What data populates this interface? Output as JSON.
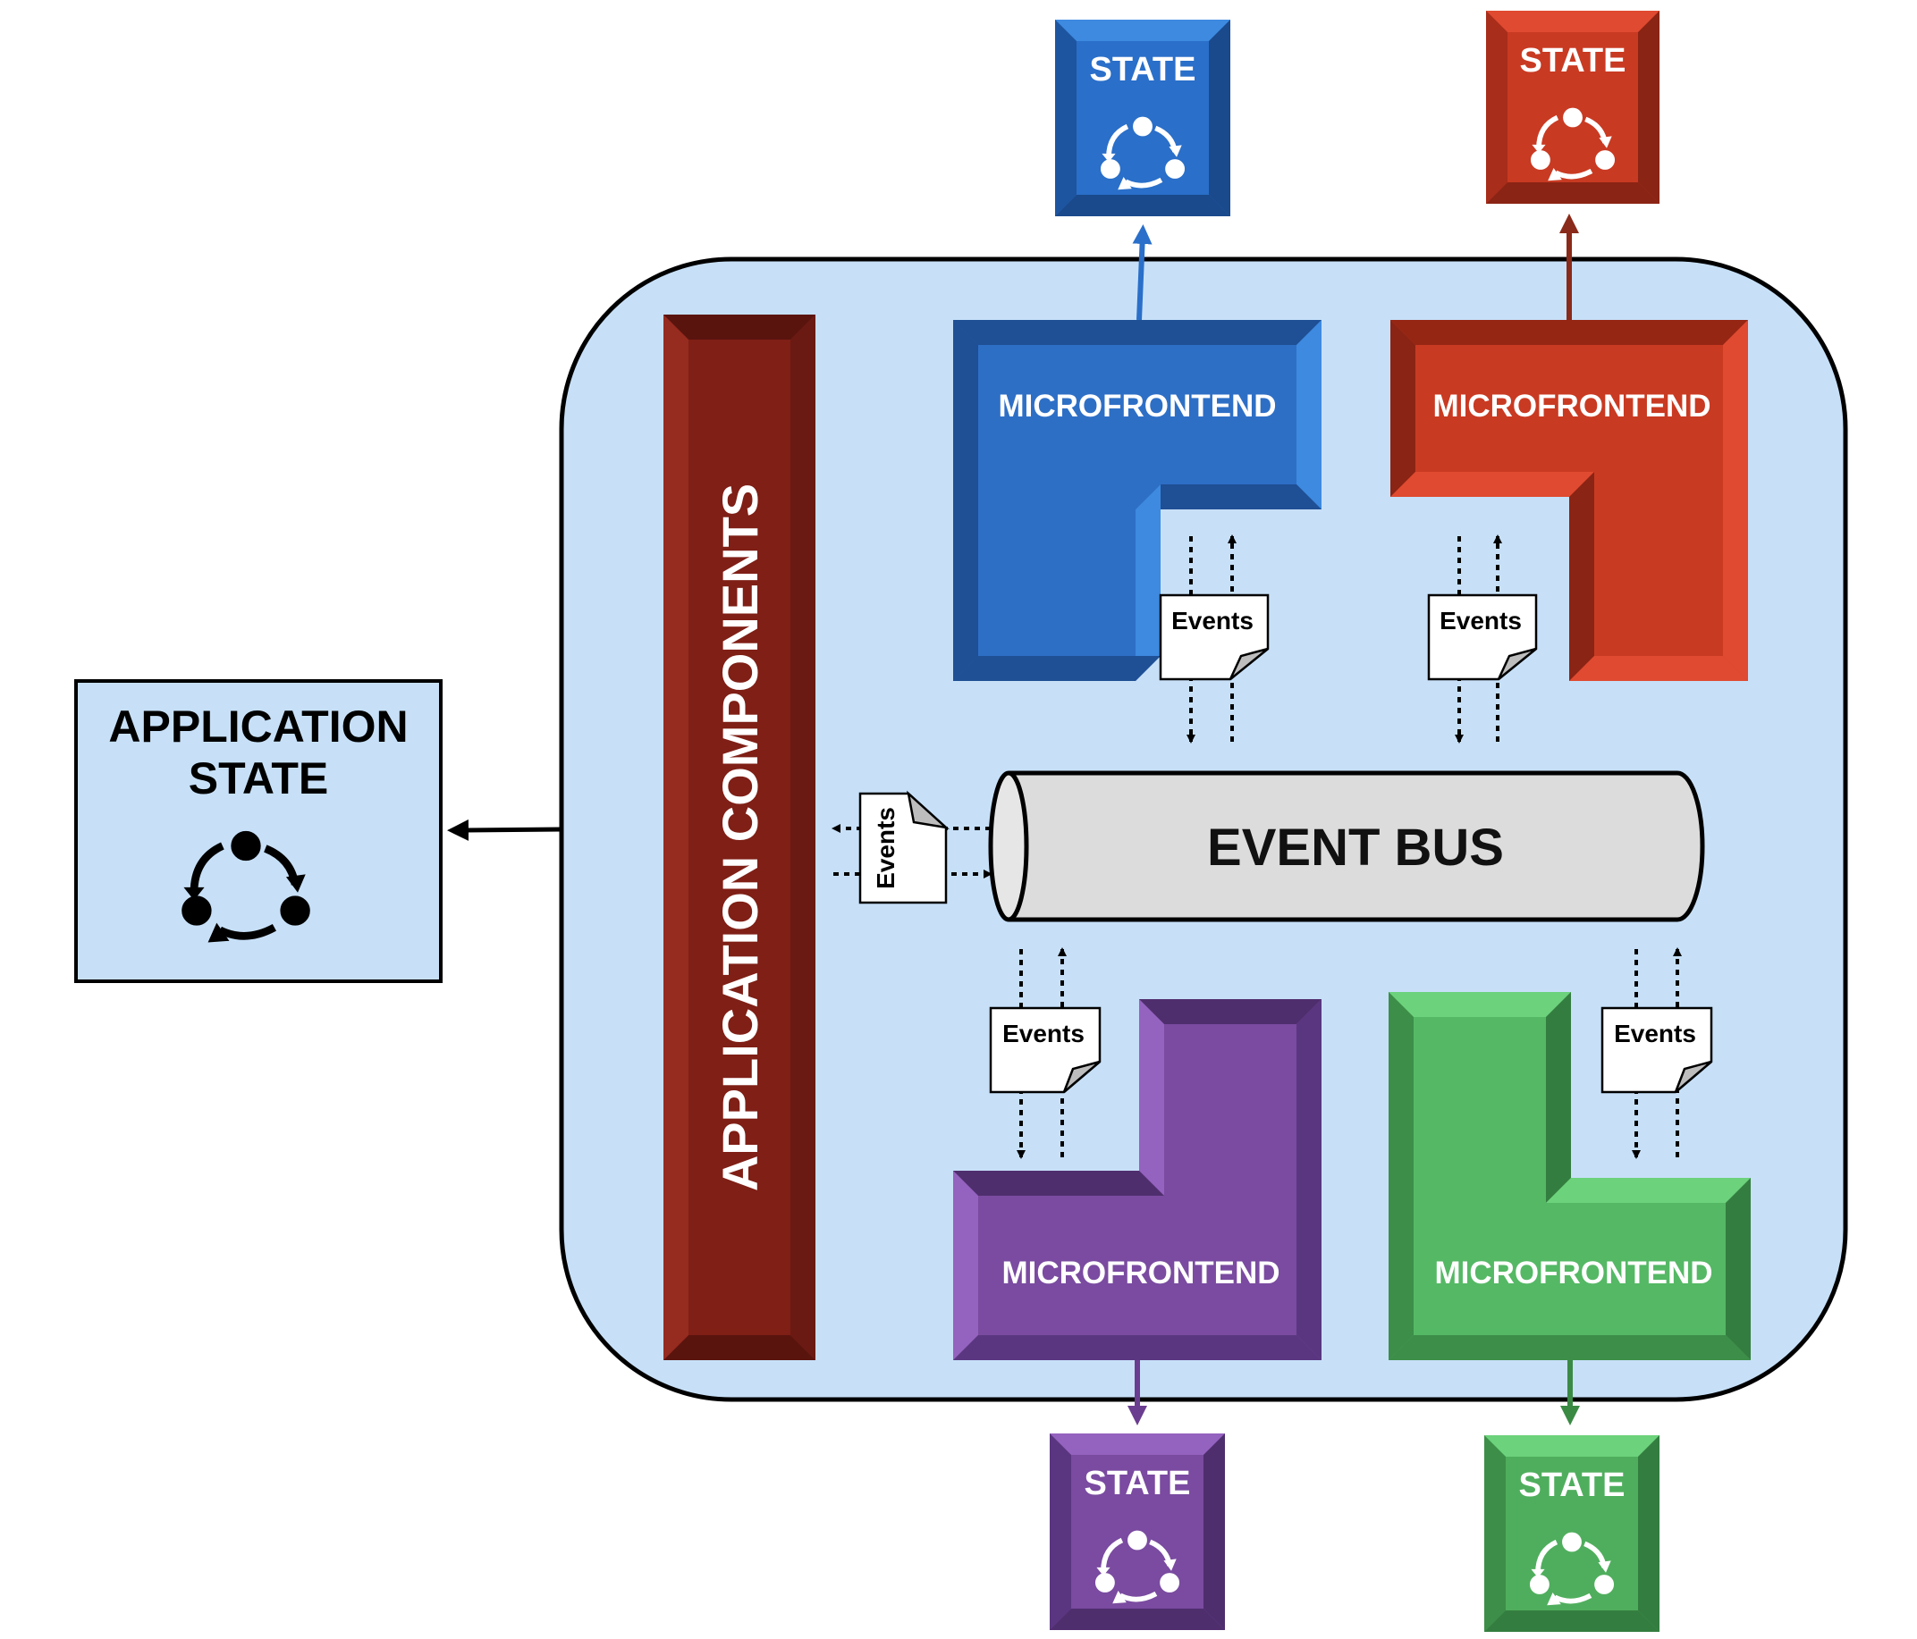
{
  "application_state": {
    "title_line1": "APPLICATION",
    "title_line2": "STATE"
  },
  "application_components": {
    "label": "APPLICATION COMPONENTS"
  },
  "event_bus": {
    "label": "EVENT BUS"
  },
  "microfrontends": [
    {
      "id": "blue",
      "label": "MICROFRONTEND",
      "state_label": "STATE",
      "events_label": "Events",
      "color": "#2e6fc6"
    },
    {
      "id": "red",
      "label": "MICROFRONTEND",
      "state_label": "STATE",
      "events_label": "Events",
      "color": "#c93a22"
    },
    {
      "id": "purple",
      "label": "MICROFRONTEND",
      "state_label": "STATE",
      "events_label": "Events",
      "color": "#7a4ba0"
    },
    {
      "id": "green",
      "label": "MICROFRONTEND",
      "state_label": "STATE",
      "events_label": "Events",
      "color": "#55b865"
    }
  ],
  "app_components_events_label": "Events",
  "colors": {
    "container_fill": "#c7e0f8",
    "app_components": "#7f1f16",
    "event_bus_fill": "#dcdcdc"
  }
}
